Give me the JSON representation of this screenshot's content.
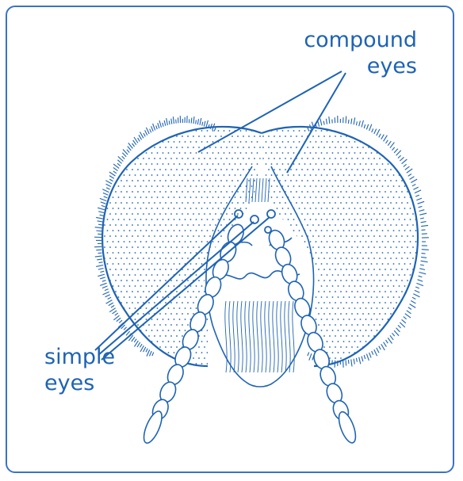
{
  "labels": {
    "compound": {
      "line1": "compound",
      "line2": "eyes"
    },
    "simple": {
      "line1": "simple",
      "line2": "eyes"
    }
  },
  "colors": {
    "ink": "#1e63b4",
    "frame": "#3a73c2"
  }
}
